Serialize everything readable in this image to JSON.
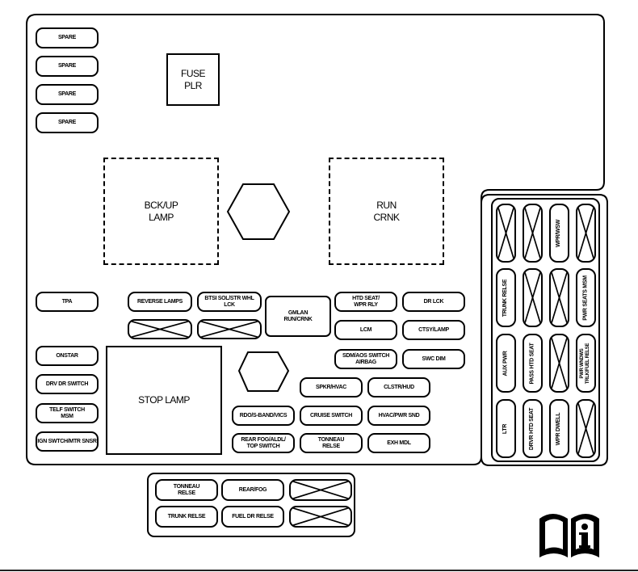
{
  "diagram": {
    "title": "Fuse Block Layout",
    "left_spares": [
      "SPARE",
      "SPARE",
      "SPARE",
      "SPARE"
    ],
    "fuse_plr": "FUSE\nPLR",
    "relays": {
      "bckup_lamp": "BCK/UP\nLAMP",
      "run_crnk": "RUN\nCRNK",
      "stop_lamp": "STOP LAMP",
      "gmlan": "GMLAN\nRUN/CRNK"
    },
    "main_fuses": {
      "tpa": "TPA",
      "reverse_lamps": "REVERSE LAMPS",
      "btsi": "BTSI SOL/STR WHL LCK",
      "htd_seat": "HTD SEAT/\nWPR RLY",
      "dr_lck": "DR LCK",
      "lcm": "LCM",
      "ctsy_lamp": "CTSY/LAMP",
      "sdm_aos": "SDM/AOS SWITCH\nAIRBAG",
      "swc_dim": "SWC DIM",
      "onstar": "ONSTAR",
      "drv_dr_switch": "DRV DR SWITCH",
      "telf_switch": "TELF SWITCH\nMSM",
      "ign_switch": "IGN SWTCH/MTR SNSR",
      "spkr_hvac": "SPKR/HVAC",
      "clstr_hud": "CLSTR/HUD",
      "rdo": "RDO/S-BAND/VICS",
      "cruise_switch": "CRUISE SWITCH",
      "hvac_pwr_snd": "HVAC/PWR SND",
      "rear_fog": "REAR FOG/ALDL/\nTOP SWITCH",
      "tonneau_relse": "TONNEAU\nRELSE",
      "exh_mdl": "EXH MDL"
    },
    "lower_block": {
      "tonneau_relse": "TONNEAU\nRELSE",
      "rear_fog": "REAR/FOG",
      "trunk_relse": "TRUNK RELSE",
      "fuel_dr_relse": "FUEL DR RELSE"
    },
    "right_block": {
      "wpr_wsw": "WPR/WSW",
      "trunk_relse": "TRUNK RELSE",
      "pwr_seats_msm": "PWR SEATS MSM",
      "aux_pwr": "AUX PWR",
      "pass_htd_seat": "PASS HTD SEAT",
      "pwr_wndws": "PWR WNDWS\nTRLK/FUEL RELSE",
      "ltr": "LTR",
      "drvr_htd_seat": "DRVR HTD SEAT",
      "wpr_dwell": "WPR DWELL"
    },
    "info_icon": "owner-manual-info-icon",
    "colors": {
      "line": "#000000",
      "background": "#ffffff"
    }
  }
}
